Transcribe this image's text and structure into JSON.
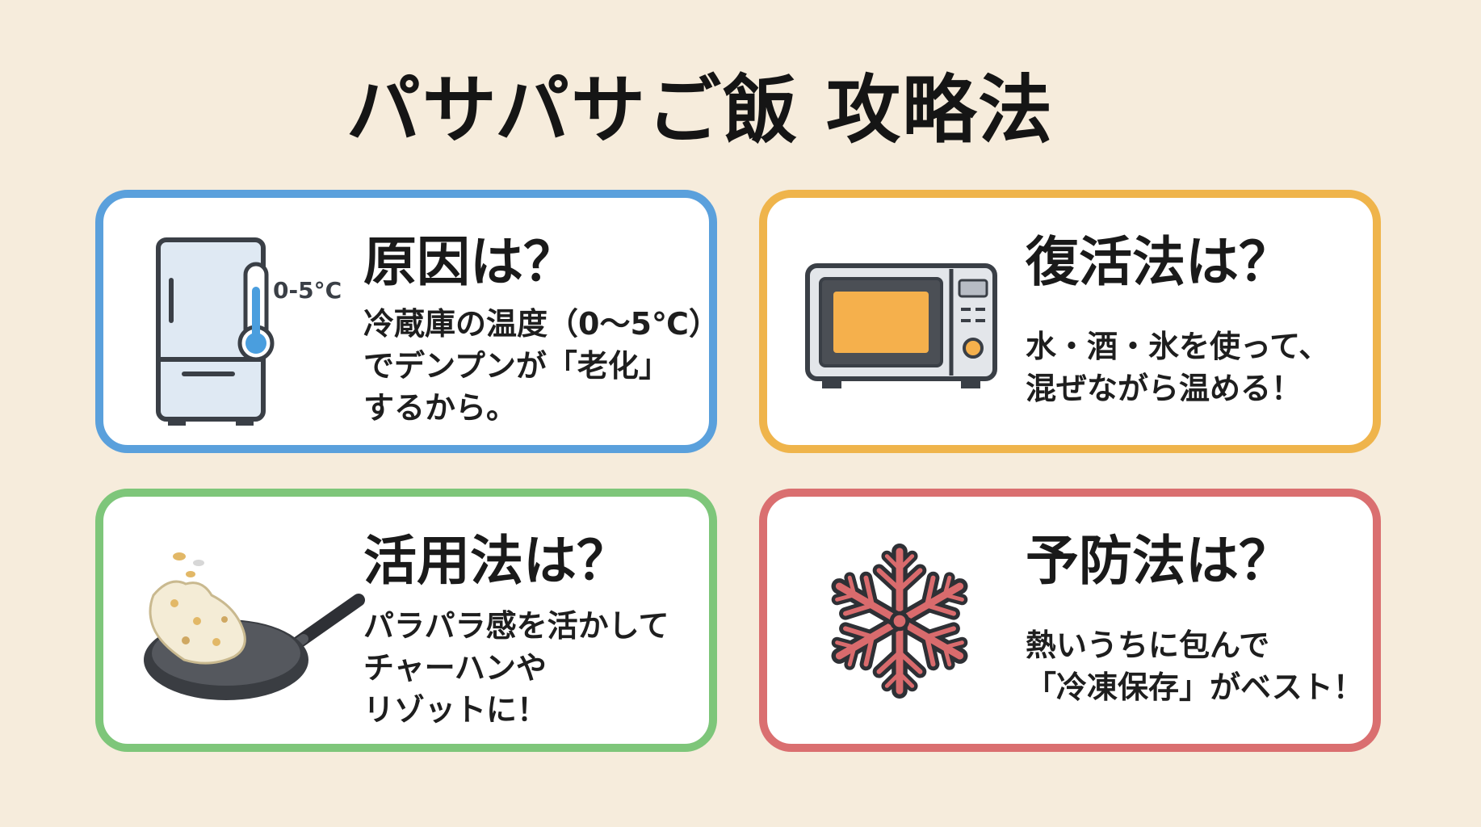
{
  "title": "パサパサご飯 攻略法",
  "cards": {
    "cause": {
      "heading": "原因は？",
      "lines": [
        "冷蔵庫の温度（0〜5℃）",
        "でデンプンが「老化」",
        "するから。"
      ],
      "icon": "fridge-thermometer-icon",
      "icon_label": "0-5°C",
      "color": "#5aa0dc"
    },
    "revive": {
      "heading": "復活法は？",
      "lines": [
        "水・酒・氷を使って、",
        "混ぜながら温める！"
      ],
      "icon": "microwave-icon",
      "color": "#efb44b"
    },
    "use": {
      "heading": "活用法は？",
      "lines": [
        "パラパラ感を活かして",
        "チャーハンや",
        "リゾットに！"
      ],
      "icon": "frying-pan-icon",
      "color": "#7ec67a"
    },
    "prevent": {
      "heading": "予防法は？",
      "lines": [
        "熱いうちに包んで",
        "「冷凍保存」がベスト！"
      ],
      "icon": "snowflake-icon",
      "color": "#da6f70"
    }
  }
}
